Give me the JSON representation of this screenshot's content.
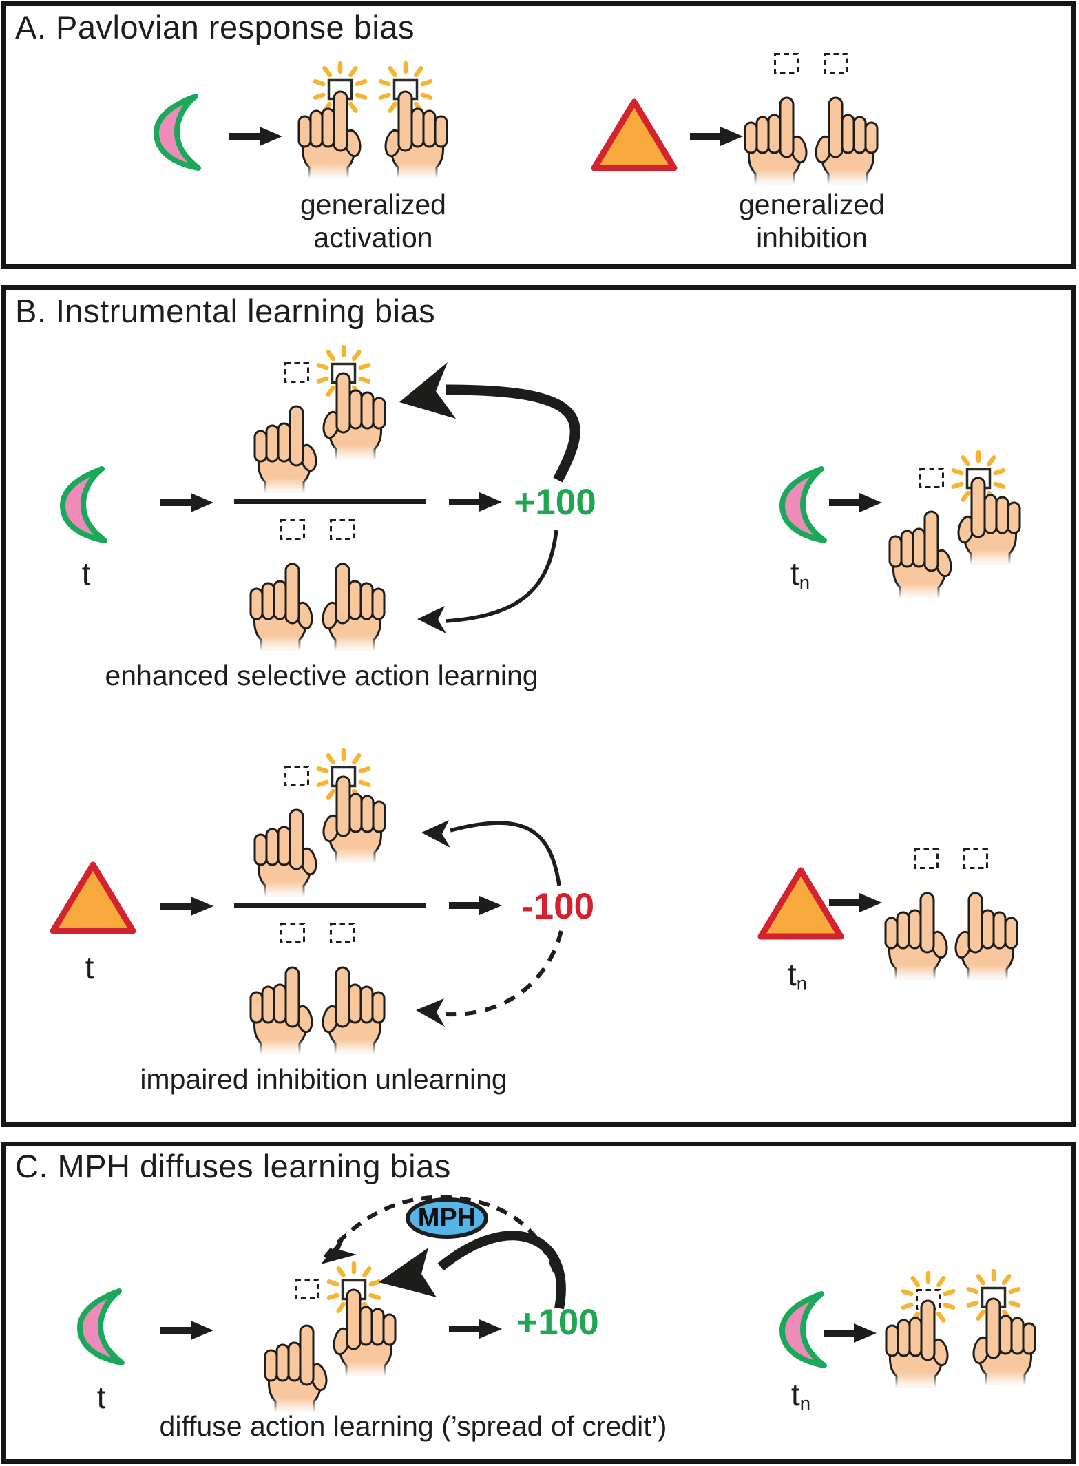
{
  "colors": {
    "go_outcome_green": "#1EA750",
    "nogo_outcome_red": "#D3222D",
    "moon_fill_pink": "#EE8BB8",
    "moon_outline_green": "#1AA85A",
    "triangle_fill_orange": "#F8A93B",
    "triangle_outline_red": "#D2232E",
    "mph_ellipse_blue": "#55B4E8",
    "button_ray_yellow": "#F7B432",
    "hand_skin": "#F8C79E",
    "ink_black": "#1d1d1b"
  },
  "panel_a": {
    "title": "A. Pavlovian response bias",
    "activation_caption_1": "generalized",
    "activation_caption_2": "activation",
    "inhibition_caption_1": "generalized",
    "inhibition_caption_2": "inhibition"
  },
  "panel_b": {
    "title": "B. Instrumental learning bias",
    "win_trial": {
      "time_label": "t",
      "outcome": "+100",
      "caption": "enhanced selective action learning",
      "later_time_base": "t",
      "later_time_sub": "n"
    },
    "avoid_trial": {
      "time_label": "t",
      "outcome": "-100",
      "caption": "impaired inhibition unlearning",
      "later_time_base": "t",
      "later_time_sub": "n"
    }
  },
  "panel_c": {
    "title": "C. MPH diffuses learning bias",
    "drug_label": "MPH",
    "time_label": "t",
    "outcome": "+100",
    "caption": "diffuse action learning (’spread of credit’)",
    "later_time_base": "t",
    "later_time_sub": "n"
  }
}
